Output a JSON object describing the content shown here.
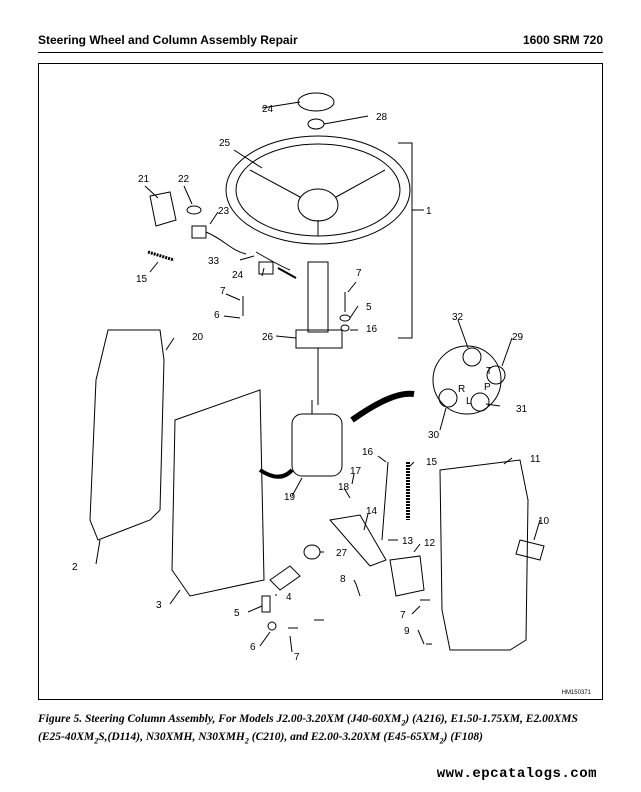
{
  "header": {
    "title": "Steering Wheel and Column Assembly Repair",
    "doc_number": "1600 SRM 720"
  },
  "figure": {
    "code": "HM150371",
    "callouts": [
      "24",
      "28",
      "25",
      "1",
      "21",
      "22",
      "23",
      "33",
      "24",
      "7",
      "15",
      "7",
      "6",
      "5",
      "16",
      "26",
      "32",
      "29",
      "20",
      "T",
      "R",
      "L",
      "P",
      "31",
      "30",
      "16",
      "15",
      "11",
      "17",
      "18",
      "14",
      "19",
      "13",
      "12",
      "10",
      "2",
      "27",
      "3",
      "8",
      "4",
      "5",
      "6",
      "7",
      "7",
      "9"
    ],
    "caption_parts": [
      {
        "t": "Figure 5. Steering Column Assembly, For Models J2.00-3.20XM (J40-60XM"
      },
      {
        "sub": "2"
      },
      {
        "t": ") (A216), E1.50-1.75XM, E2.00XMS (E25-40XM"
      },
      {
        "sub": "2"
      },
      {
        "t": "S,(D114), N30XMH, N30XMH"
      },
      {
        "sub": "2"
      },
      {
        "t": " (C210), and E2.00-3.20XM (E45-65XM"
      },
      {
        "sub": "2"
      },
      {
        "t": ") (F108)"
      }
    ]
  },
  "watermark": "www.epcatalogs.com"
}
